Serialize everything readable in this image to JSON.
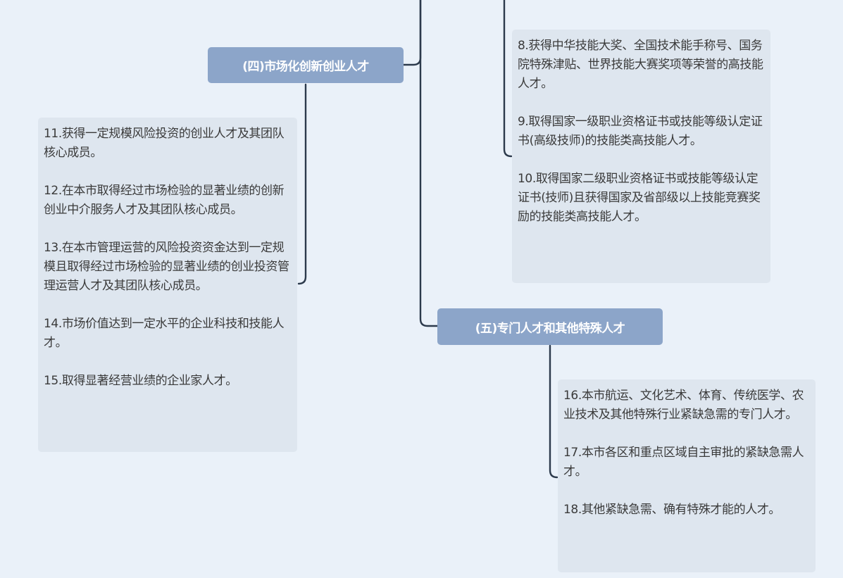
{
  "topics": {
    "four": "(四)市场化创新创业人才",
    "five": "(五)专门人才和其他特殊人才"
  },
  "groups": {
    "four": [
      "11.获得一定规模风险投资的创业人才及其团队核心成员。",
      "12.在本市取得经过市场检验的显著业绩的创新创业中介服务人才及其团队核心成员。",
      "13.在本市管理运营的风险投资资金达到一定规模且取得经过市场检验的显著业绩的创业投资管理运营人才及其团队核心成员。",
      "14.市场价值达到一定水平的企业科技和技能人才。",
      "15.取得显著经营业绩的企业家人才。"
    ],
    "three": [
      "8.获得中华技能大奖、全国技术能手称号、国务院特殊津贴、世界技能大赛奖项等荣誉的高技能人才。",
      "9.取得国家一级职业资格证书或技能等级认定证书(高级技师)的技能类高技能人才。",
      "10.取得国家二级职业资格证书或技能等级认定证书(技师)且获得国家及省部级以上技能竞赛奖励的技能类高技能人才。"
    ],
    "five": [
      "16.本市航运、文化艺术、体育、传统医学、农业技术及其他特殊行业紧缺急需的专门人才。",
      "17.本市各区和重点区域自主审批的紧缺急需人才。",
      "18.其他紧缺急需、确有特殊才能的人才。"
    ]
  },
  "colors": {
    "background": "#eaf1f9",
    "topic_fill": "#8ca5c9",
    "card_fill": "#dee6ef",
    "connector": "#2c3a4c",
    "text": "#3a3a3a"
  }
}
